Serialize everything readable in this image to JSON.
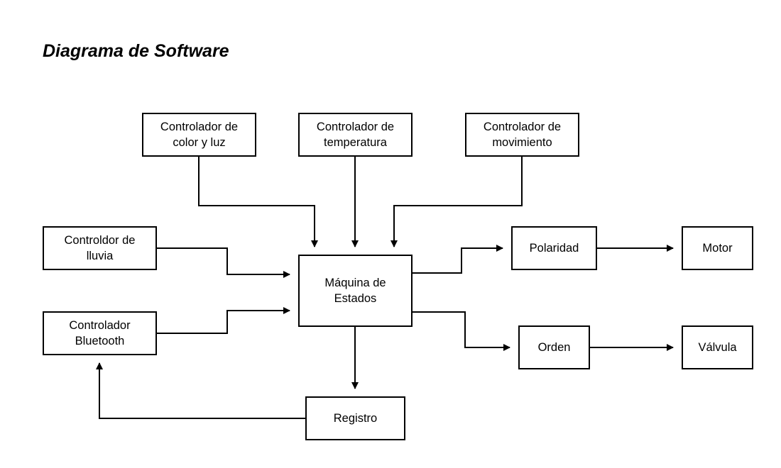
{
  "title": "Diagrama de Software",
  "colors": {
    "stroke": "#000000",
    "background": "#ffffff"
  },
  "nodes": {
    "color_luz": "Controlador de\ncolor y luz",
    "temperatura": "Controlador de\ntemperatura",
    "movimiento": "Controlador de\nmovimiento",
    "lluvia": "Controldor de\nlluvia",
    "bluetooth": "Controlador\nBluetooth",
    "maquina": "Máquina de\nEstados",
    "polaridad": "Polaridad",
    "motor": "Motor",
    "orden": "Orden",
    "valvula": "Válvula",
    "registro": "Registro"
  },
  "edges": [
    {
      "from": "color_luz",
      "to": "maquina"
    },
    {
      "from": "temperatura",
      "to": "maquina"
    },
    {
      "from": "movimiento",
      "to": "maquina"
    },
    {
      "from": "lluvia",
      "to": "maquina"
    },
    {
      "from": "bluetooth",
      "to": "maquina"
    },
    {
      "from": "maquina",
      "to": "polaridad"
    },
    {
      "from": "polaridad",
      "to": "motor"
    },
    {
      "from": "maquina",
      "to": "orden"
    },
    {
      "from": "orden",
      "to": "valvula"
    },
    {
      "from": "maquina",
      "to": "registro"
    },
    {
      "from": "registro",
      "to": "bluetooth"
    }
  ]
}
